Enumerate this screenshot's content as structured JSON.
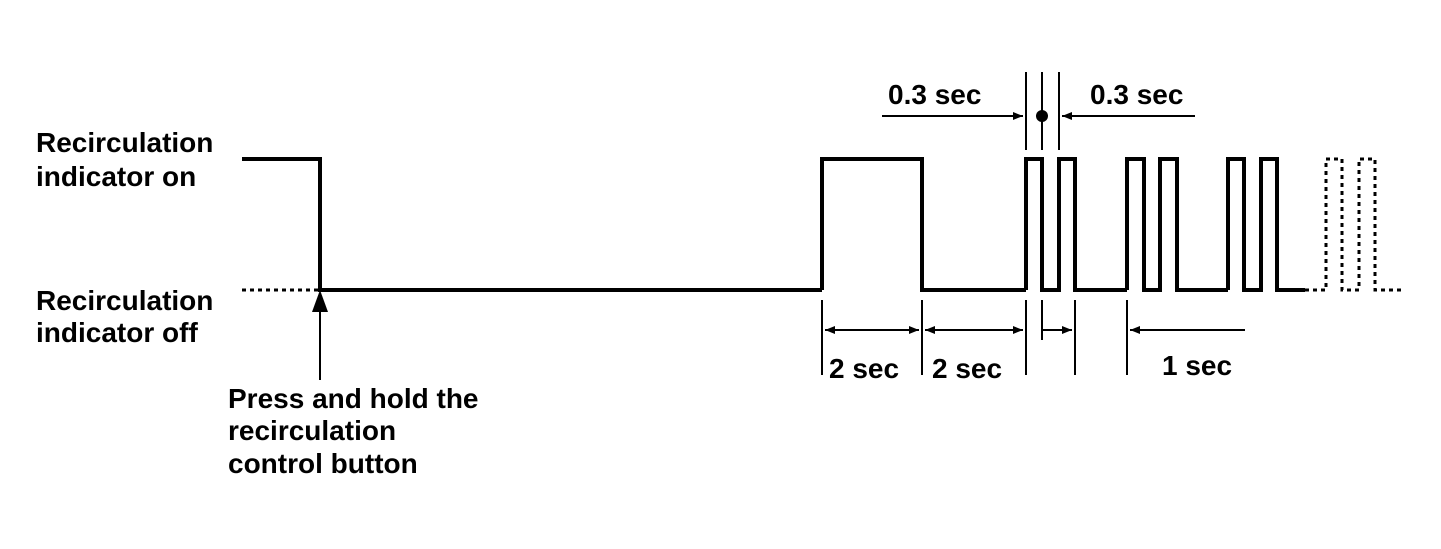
{
  "labels": {
    "indicator_on": [
      "Recirculation",
      "indicator on"
    ],
    "indicator_off": [
      "Recirculation",
      "indicator off"
    ],
    "press_hold": [
      "Press and hold the",
      "recirculation",
      "control button"
    ]
  },
  "timing": {
    "top_left": "0.3 sec",
    "top_right": "0.3 sec",
    "first_on": "2 sec",
    "first_off": "2 sec",
    "period": "1 sec"
  },
  "colors": {
    "line": "#000000",
    "background": "#ffffff"
  }
}
